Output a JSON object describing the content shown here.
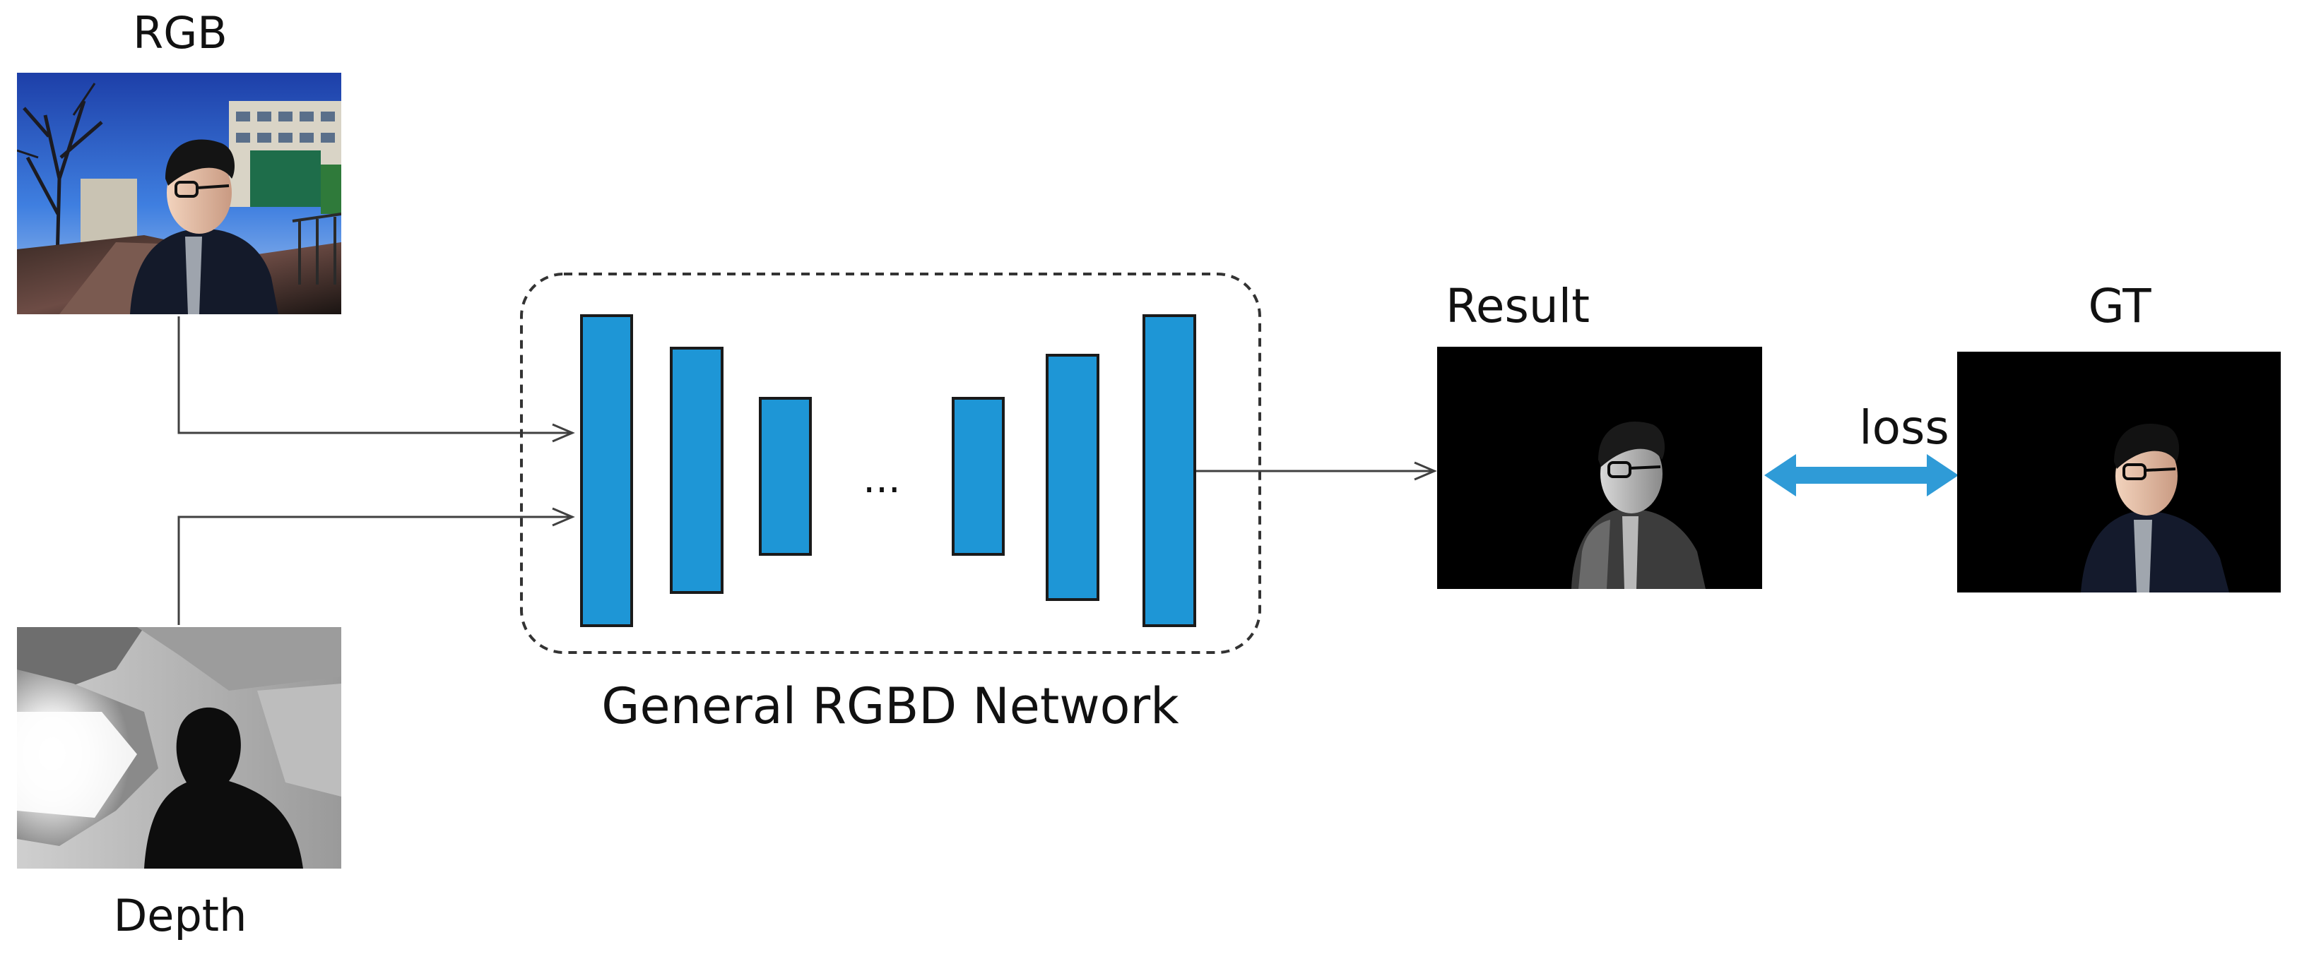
{
  "inputs": {
    "rgb_label": "RGB",
    "depth_label": "Depth"
  },
  "network": {
    "label": "General RGBD Network",
    "ellipsis": "...",
    "layer_color": "#1e96d6",
    "layer_border": "#1a1a1a"
  },
  "outputs": {
    "result_label": "Result",
    "gt_label": "GT",
    "loss_label": "loss",
    "loss_arrow_color": "#2f9bd7"
  },
  "style": {
    "line_color": "#404040",
    "frame_color": "#333333",
    "text_color": "#111111"
  }
}
